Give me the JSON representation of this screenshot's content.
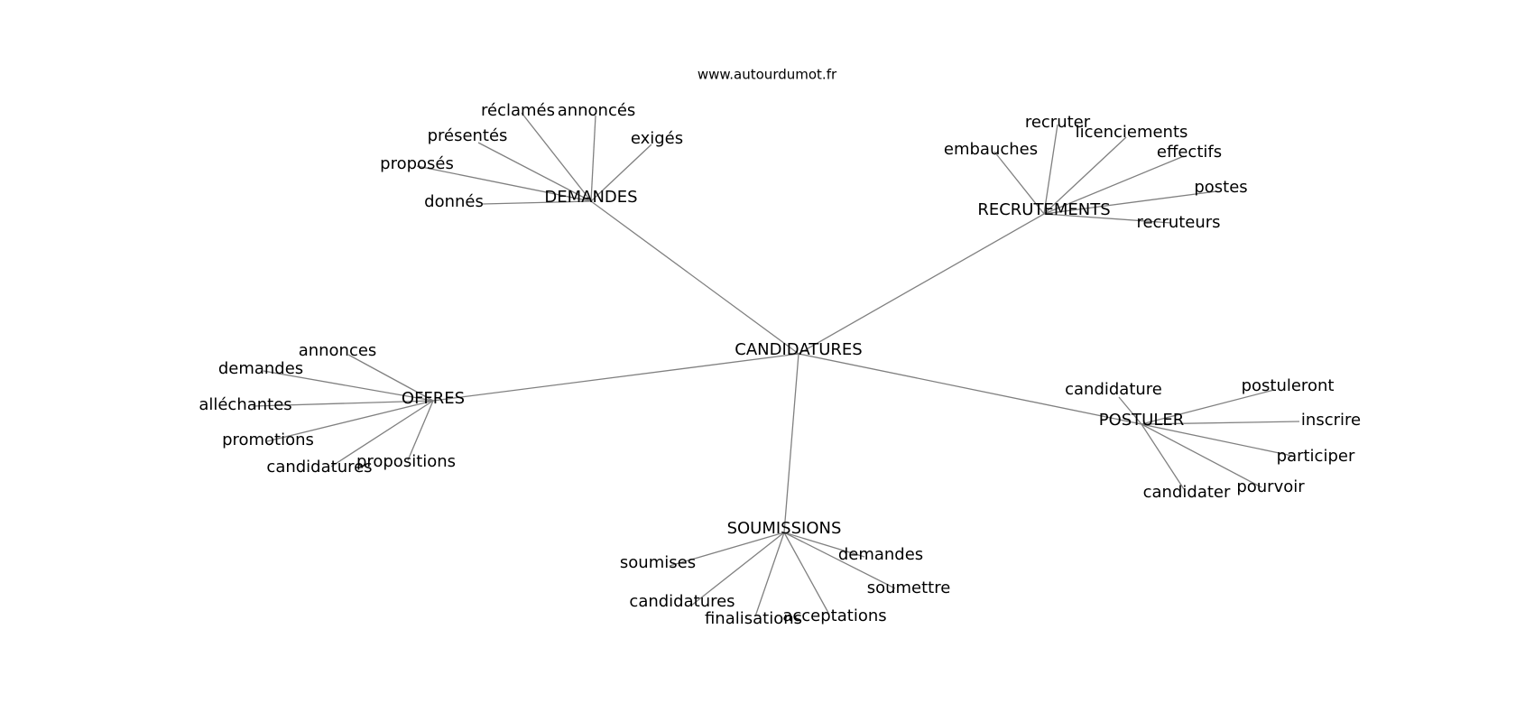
{
  "source": "www.autourdumot.fr",
  "center": "CANDIDATURES",
  "branches": [
    {
      "hub": "DEMANDES",
      "leaves": [
        "réclamés",
        "annoncés",
        "présentés",
        "exigés",
        "proposés",
        "donnés"
      ]
    },
    {
      "hub": "RECRUTEMENTS",
      "leaves": [
        "recruter",
        "licenciements",
        "embauches",
        "effectifs",
        "postes",
        "recruteurs"
      ]
    },
    {
      "hub": "OFFRES",
      "leaves": [
        "annonces",
        "demandes",
        "alléchantes",
        "promotions",
        "candidatures",
        "propositions"
      ]
    },
    {
      "hub": "POSTULER",
      "leaves": [
        "candidature",
        "postuleront",
        "inscrire",
        "participer",
        "pourvoir",
        "candidater"
      ]
    },
    {
      "hub": "SOUMISSIONS",
      "leaves": [
        "soumises",
        "demandes",
        "soumettre",
        "candidatures",
        "finalisations",
        "acceptations"
      ]
    }
  ]
}
